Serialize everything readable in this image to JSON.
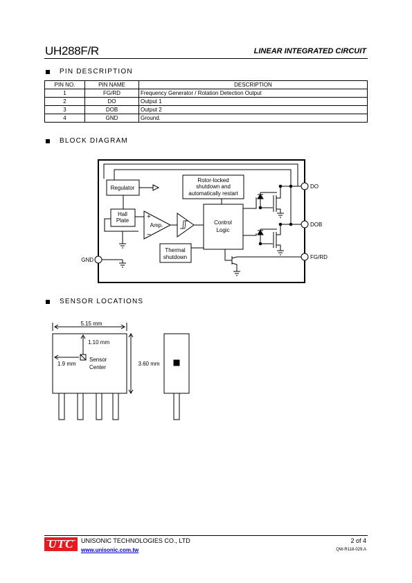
{
  "header": {
    "part_number": "UH288F/R",
    "category": "LINEAR INTEGRATED CIRCUIT"
  },
  "pin_section": {
    "title": "PIN DESCRIPTION",
    "columns": [
      "PIN NO.",
      "PIN NAME",
      "DESCRIPTION"
    ],
    "rows": [
      [
        "1",
        "FG/RD",
        "Frequency Generator / Rotation Detection Output"
      ],
      [
        "2",
        "DO",
        "Output 1"
      ],
      [
        "3",
        "DOB",
        "Output 2"
      ],
      [
        "4",
        "GND",
        "Ground."
      ]
    ]
  },
  "block_section": {
    "title": "BLOCK DIAGRAM",
    "regulator": "Regulator",
    "hall_line1": "Hall",
    "hall_line2": "Plate",
    "amp": "Amp.",
    "amp_plus": "+",
    "amp_minus": "−",
    "rotor_line1": "Rotor-locked",
    "rotor_line2": "shutdown and",
    "rotor_line3": "automatically restart",
    "control_line1": "Control",
    "control_line2": "Logic",
    "thermal_line1": "Thermal",
    "thermal_line2": "shutdown",
    "pin_do": "DO",
    "pin_dob": "DOB",
    "pin_fgrd": "FG/RD",
    "pin_gnd": "GND"
  },
  "sensor_section": {
    "title": "SENSOR LOCATIONS",
    "width_dim": "5.15 mm",
    "top_dim": "1.10  mm",
    "left_dim": "1.9 mm",
    "sensor_line1": "Sensor",
    "sensor_line2": "Center",
    "height_dim": "3.60 mm"
  },
  "footer": {
    "logo": "UTC",
    "company": "UNISONIC TECHNOLOGIES CO., LTD",
    "website": "www.unisonic.com.tw",
    "page": "2 of 4",
    "doc_code": "QW-R118-029.A"
  }
}
